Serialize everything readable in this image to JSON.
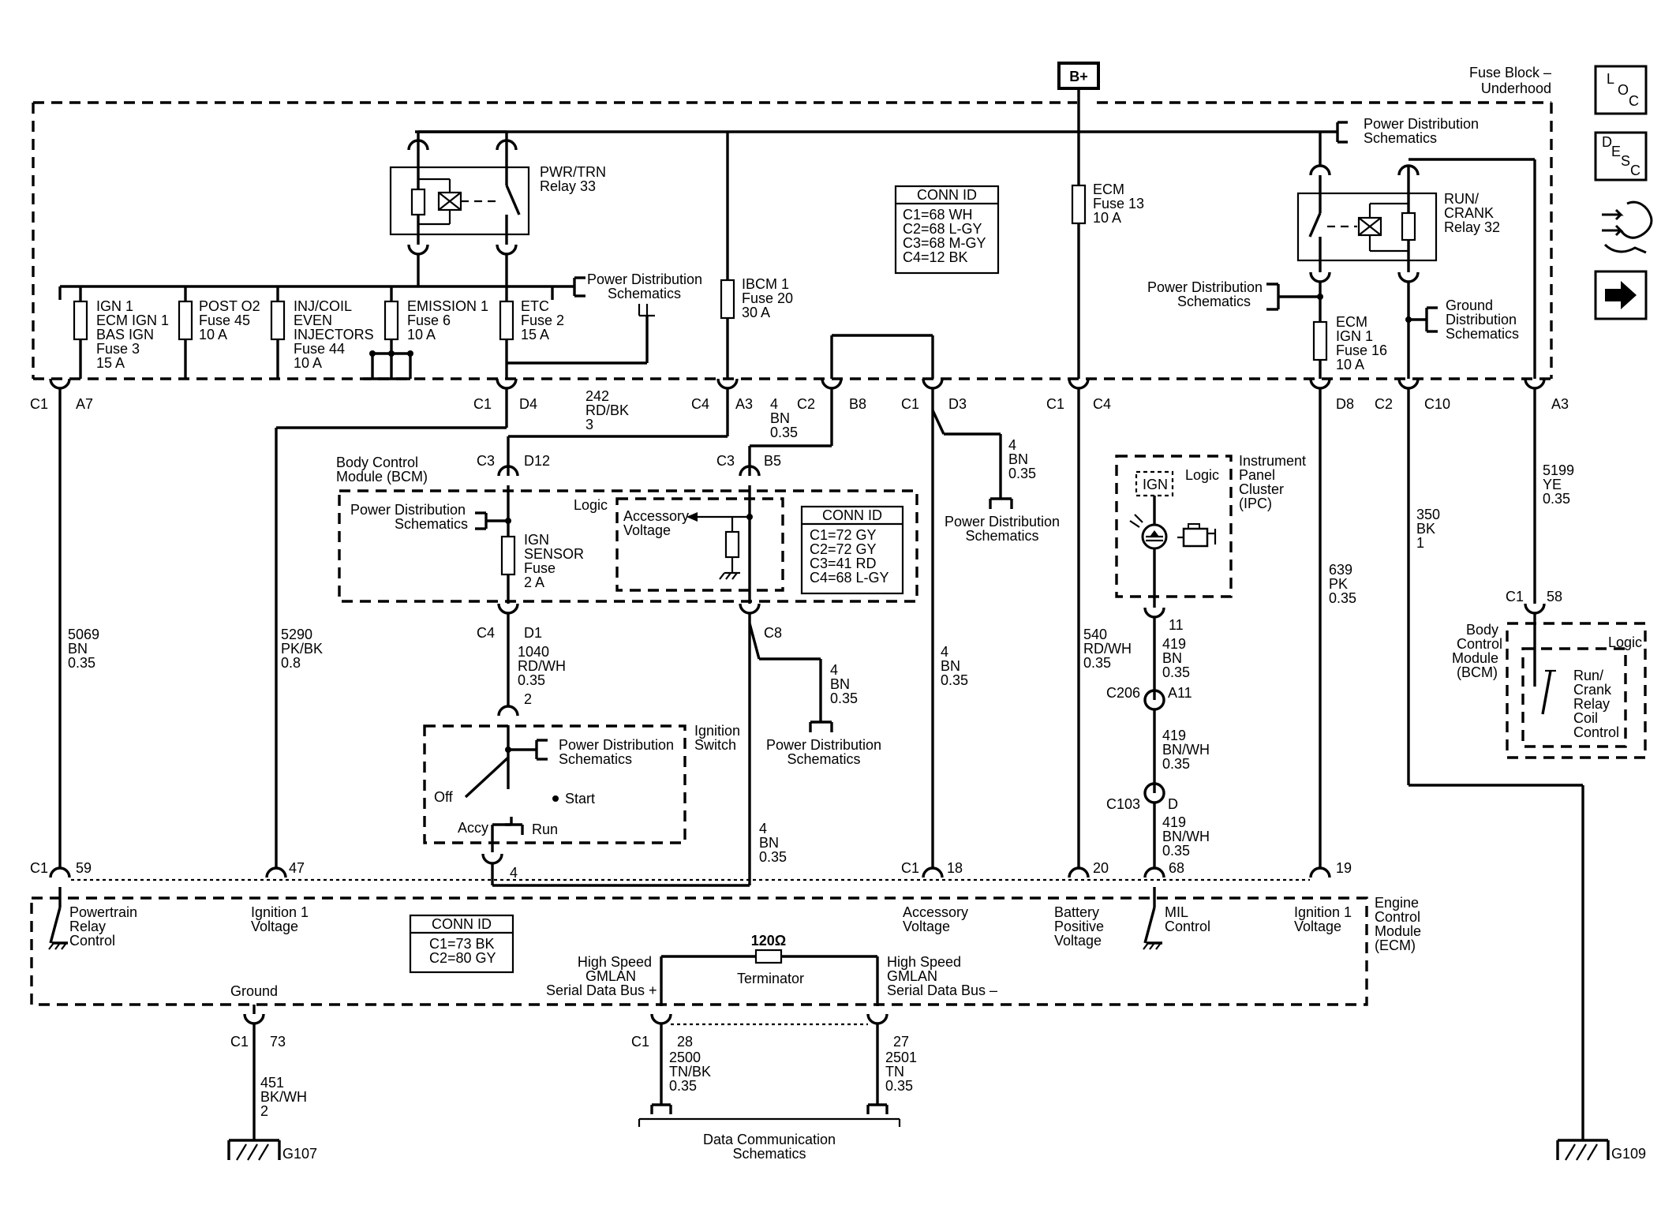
{
  "fuse_block": {
    "title": [
      "Fuse Block –",
      "Underhood"
    ],
    "supply": "B+",
    "conn_id": {
      "header": "CONN ID",
      "lines": [
        "C1=68 WH",
        "C2=68 L-GY",
        "C3=68 M-GY",
        "C4=12 BK"
      ]
    },
    "pwr_trn_relay": [
      "PWR/TRN",
      "Relay 33"
    ],
    "run_crank_relay": [
      "RUN/",
      "CRANK",
      "Relay 32"
    ],
    "fuses": {
      "ign1": [
        "IGN 1",
        "ECM IGN 1",
        "BAS IGN",
        "Fuse 3",
        "15 A"
      ],
      "post_o2": [
        "POST O2",
        "Fuse 45",
        "10 A"
      ],
      "inj_coil": [
        "INJ/COIL",
        "EVEN",
        "INJECTORS",
        "Fuse 44",
        "10 A"
      ],
      "emission1": [
        "EMISSION 1",
        "Fuse 6",
        "10 A"
      ],
      "etc": [
        "ETC",
        "Fuse 2",
        "15 A"
      ],
      "ibcm1": [
        "IBCM 1",
        "Fuse 20",
        "30 A"
      ],
      "ecm": [
        "ECM",
        "Fuse 13",
        "10 A"
      ],
      "ecm_ign1": [
        "ECM",
        "IGN 1",
        "Fuse 16",
        "10 A"
      ]
    },
    "power_dist": [
      "Power Distribution",
      "Schematics"
    ],
    "ground_dist": [
      "Ground",
      "Distribution",
      "Schematics"
    ]
  },
  "connectors": {
    "c1": "C1",
    "c2": "C2",
    "c3": "C3",
    "c4": "C4",
    "a7": "A7",
    "d4": "D4",
    "a3": "A3",
    "b8": "B8",
    "d3": "D3",
    "d8": "D8",
    "c10": "C10",
    "d12": "D12",
    "b5": "B5",
    "d1": "D1",
    "c8": "C8",
    "p59": "59",
    "p47": "47",
    "p18": "18",
    "p20": "20",
    "p68": "68",
    "p19": "19",
    "p58": "58",
    "p11": "11",
    "c206": "C206",
    "a11": "A11",
    "c103": "C103",
    "d": "D",
    "p73": "73",
    "p28": "28",
    "p27": "27",
    "p2": "2",
    "p4": "4"
  },
  "wires": {
    "w242": [
      "242",
      "RD/BK",
      "3"
    ],
    "w4a": [
      "4",
      "BN",
      "0.35"
    ],
    "w5069": [
      "5069",
      "BN",
      "0.35"
    ],
    "w5290": [
      "5290",
      "PK/BK",
      "0.8"
    ],
    "w1040": [
      "1040",
      "RD/WH",
      "0.35"
    ],
    "w540": [
      "540",
      "RD/WH",
      "0.35"
    ],
    "w419": [
      "419",
      "BN",
      "0.35"
    ],
    "w419b": [
      "419",
      "BN/WH",
      "0.35"
    ],
    "w639": [
      "639",
      "PK",
      "0.35"
    ],
    "w350": [
      "350",
      "BK",
      "1"
    ],
    "w5199": [
      "5199",
      "YE",
      "0.35"
    ],
    "w451": [
      "451",
      "BK/WH",
      "2"
    ],
    "w2500": [
      "2500",
      "TN/BK",
      "0.35"
    ],
    "w2501": [
      "2501",
      "TN",
      "0.35"
    ]
  },
  "bcm": {
    "title": [
      "Body Control",
      "Module (BCM)"
    ],
    "logic": "Logic",
    "accessory": [
      "Accessory",
      "Voltage"
    ],
    "ign_fuse": [
      "IGN",
      "SENSOR",
      "Fuse",
      "2 A"
    ],
    "conn_id": {
      "header": "CONN ID",
      "lines": [
        "C1=72 GY",
        "C2=72 GY",
        "C3=41 RD",
        "C4=68 L-GY"
      ]
    }
  },
  "ignition_switch": {
    "title": [
      "Ignition",
      "Switch"
    ],
    "off": "Off",
    "start": "Start",
    "accy": "Accy",
    "run": "Run"
  },
  "ipc": {
    "title": [
      "Instrument",
      "Panel",
      "Cluster",
      "(IPC)"
    ],
    "logic": "Logic",
    "ign": "IGN"
  },
  "bcm_right": {
    "title": [
      "Body",
      "Control",
      "Module",
      "(BCM)"
    ],
    "logic": "Logic",
    "coil": [
      "Run/",
      "Crank",
      "Relay",
      "Coil",
      "Control"
    ]
  },
  "ecm": {
    "title": [
      "Engine",
      "Control",
      "Module",
      "(ECM)"
    ],
    "conn_id": {
      "header": "CONN ID",
      "lines": [
        "C1=73 BK",
        "C2=80 GY"
      ]
    },
    "pins": {
      "powertrain": [
        "Powertrain",
        "Relay",
        "Control"
      ],
      "ign1_left": [
        "Ignition 1",
        "Voltage"
      ],
      "accessory": [
        "Accessory",
        "Voltage"
      ],
      "battery": [
        "Battery",
        "Positive",
        "Voltage"
      ],
      "mil": [
        "MIL",
        "Control"
      ],
      "ign1_right": [
        "Ignition 1",
        "Voltage"
      ],
      "ground": "Ground",
      "gmlan_plus": [
        "High Speed",
        "GMLAN",
        "Serial Data Bus +"
      ],
      "gmlan_minus": [
        "High Speed",
        "GMLAN",
        "Serial Data Bus –"
      ],
      "terminator_value": "120Ω",
      "terminator": "Terminator"
    }
  },
  "grounds": {
    "g107": "G107",
    "g109": "G109"
  },
  "data_comm": [
    "Data Communication",
    "Schematics"
  ],
  "nav": {
    "loc": [
      "L",
      "O",
      "C"
    ],
    "desc": [
      "D",
      "E",
      "S",
      "C"
    ]
  }
}
